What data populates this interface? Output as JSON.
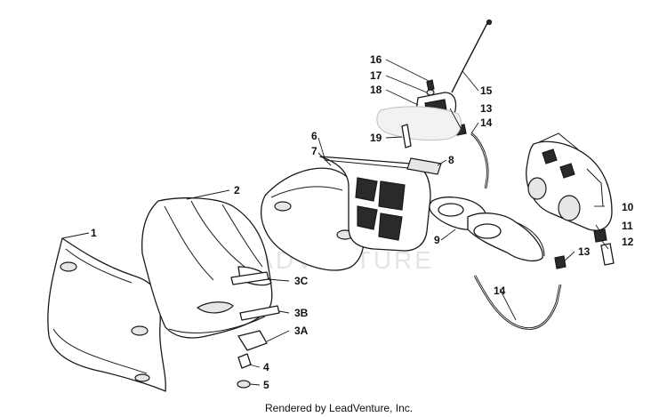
{
  "watermark": "LEADVENTURE",
  "footer": "Rendered by LeadVenture, Inc.",
  "callouts": {
    "c1": "1",
    "c2": "2",
    "c3a": "3A",
    "c3b": "3B",
    "c3c": "3C",
    "c4": "4",
    "c5": "5",
    "c6": "6",
    "c7": "7",
    "c8": "8",
    "c9": "9",
    "c10": "10",
    "c11": "11",
    "c12": "12",
    "c13a": "13",
    "c13b": "13",
    "c14a": "14",
    "c14b": "14",
    "c15": "15",
    "c16": "16",
    "c17": "17",
    "c18": "18",
    "c19": "19"
  }
}
